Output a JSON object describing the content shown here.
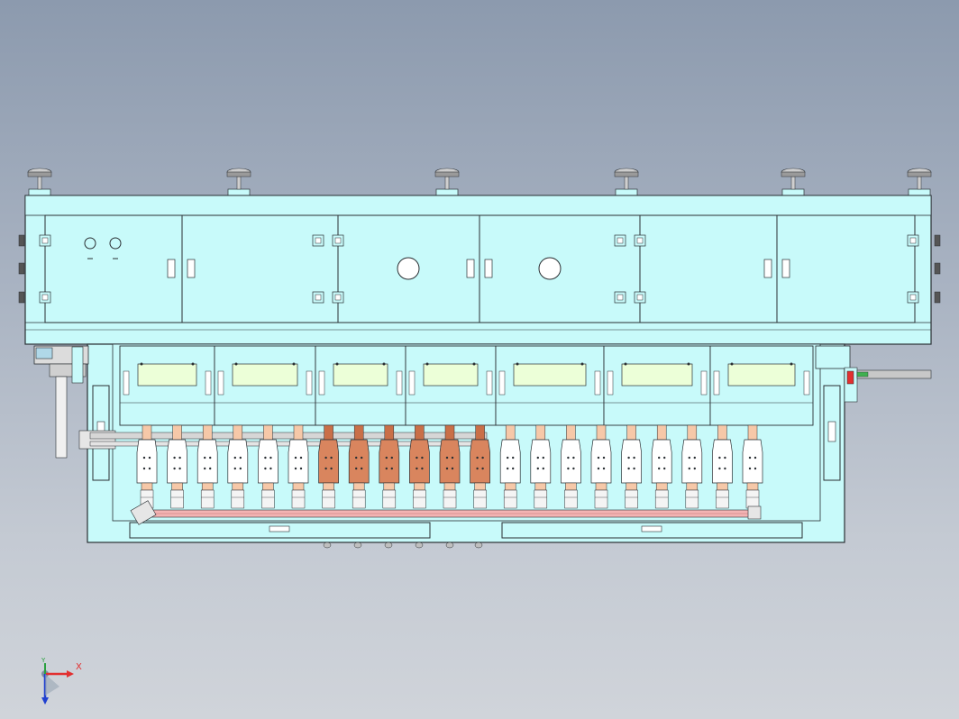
{
  "view": {
    "background_top": "#8c9aae",
    "background_bottom": "#d0d4da",
    "body_color": "#c8fafa",
    "outline_color": "#2a2f33",
    "copper_color": "#d9855e",
    "pink_rail_color": "#f0a8a8",
    "feet_count": 6,
    "upper_doors": 6,
    "lower_modules": 7,
    "cylinders_total": 21,
    "copper_cylinders": 6
  },
  "triad": {
    "x_label": "X",
    "y_label": "Y",
    "x_color": "#e23030",
    "y_color": "#2aa040",
    "z_color": "#2040d0"
  }
}
